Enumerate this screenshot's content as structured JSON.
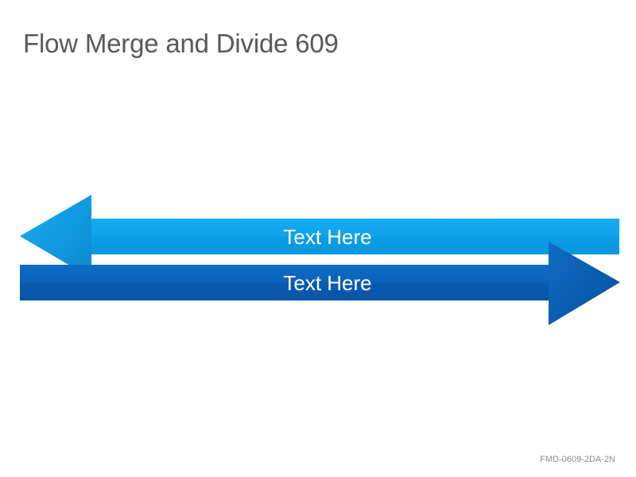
{
  "title": "Flow Merge and Divide 609",
  "arrows": [
    {
      "direction": "left",
      "label": "Text Here",
      "color": "#0ba6ee"
    },
    {
      "direction": "right",
      "label": "Text Here",
      "color": "#0a63bd"
    }
  ],
  "code": "FMD-0609-2DA-2N"
}
